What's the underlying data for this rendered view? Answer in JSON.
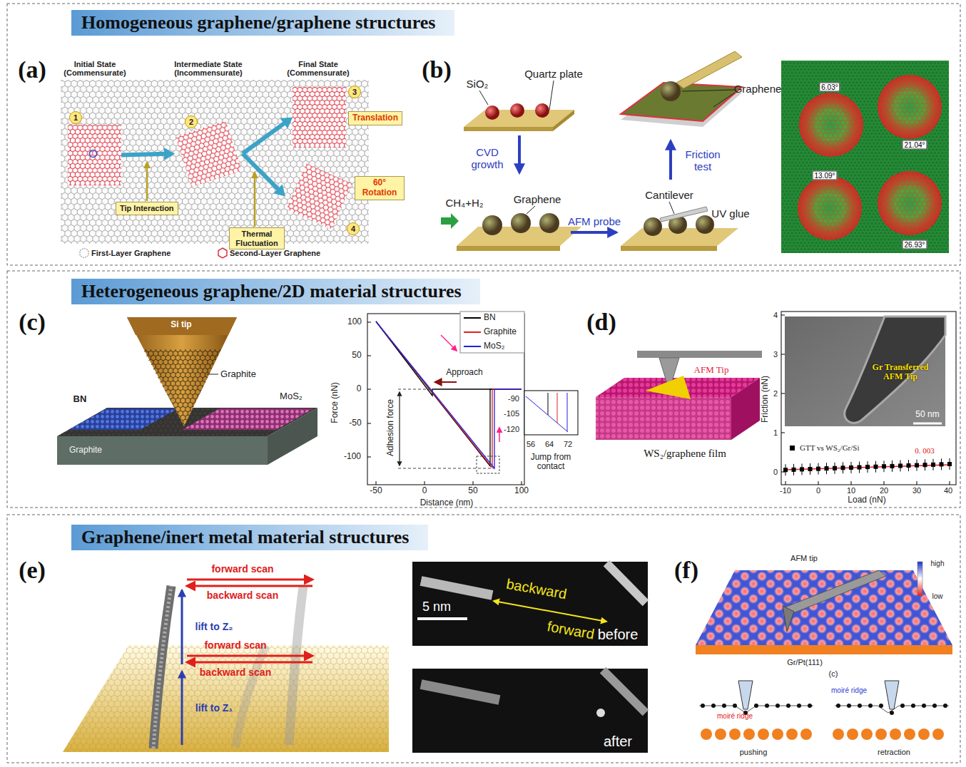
{
  "diagram": {
    "nodes": [
      {
        "text": [
          "Homogeneous graphene/graphene structures"
        ]
      },
      {
        "text": [
          "1"
        ]
      },
      {
        "text": [
          "2"
        ]
      },
      {
        "text": [
          "3"
        ]
      },
      {
        "text": [
          "4"
        ]
      },
      {
        "text": [
          "Tip Interaction"
        ]
      },
      {
        "text": [
          "Thermal Fluctuation"
        ]
      },
      {
        "text": [
          "Translation"
        ]
      },
      {
        "text": [
          "60° Rotation"
        ]
      },
      {
        "text": [
          "Heterogeneous graphene/2D material structures"
        ]
      },
      {
        "text": [
          "Graphene/inert metal material structures"
        ]
      }
    ],
    "edges": [
      {
        "from": 1,
        "to": 2,
        "arrow": "to"
      },
      {
        "from": 2,
        "to": 3,
        "arrow": "to"
      },
      {
        "from": 2,
        "to": 4,
        "arrow": "to"
      }
    ],
    "labels": [
      "(a)",
      "Initial State (Commensurate)",
      "Intermediate State (Incommensurate)",
      "Final State (Commensurate)",
      "(b)",
      "SiO₂",
      "Quartz plate",
      "CVD growth",
      "CH₄+H₂",
      "Graphene",
      "AFM probe",
      "Cantilever",
      "UV glue",
      "Friction test",
      "Graphene",
      "6.03°",
      "21.04°",
      "13.09°",
      "26.93°",
      "(c)",
      "Si tip",
      "Graphite",
      "BN",
      "Graphite",
      "MoS₂",
      "100",
      "50",
      "0",
      "-50",
      "-100",
      "Force (nN)",
      "-50",
      "0",
      "50",
      "100",
      "Distance (nm)",
      "Approach",
      "Adhesion force",
      "-90",
      "-105",
      "-120",
      "56",
      "64",
      "72",
      "Jump from contact",
      "(d)",
      "AFM Tip",
      "WS₂/graphene film",
      "4",
      "3",
      "2",
      "1",
      "0",
      "Friction (nN)",
      "Gr Transferred AFM Tip",
      "50 nm",
      "0. 003",
      "-10",
      "0",
      "10",
      "20",
      "30",
      "40",
      "Load (nN)",
      "(e)",
      "forward scan",
      "backward scan",
      "lift to Z₂",
      "forward scan",
      "backward scan",
      "lift to Z₁",
      "backward",
      "forward",
      "5 nm",
      "before",
      "after",
      "(f)",
      "AFM tip",
      "high",
      "low",
      "Gr/Pt(111)",
      "(c)",
      "moiré ridge",
      "moiré ridge",
      "pushing",
      "retraction"
    ],
    "legend": [
      {
        "text": "First-Layer Graphene"
      },
      {
        "text": "Second-Layer Graphene"
      },
      {
        "text": "BN",
        "color": "#000000"
      },
      {
        "text": "Graphite",
        "color": "#e02020"
      },
      {
        "text": "MoS₂",
        "color": "#2020e0"
      },
      {
        "text": "GTT vs WS₂/Gr/Si"
      }
    ]
  }
}
